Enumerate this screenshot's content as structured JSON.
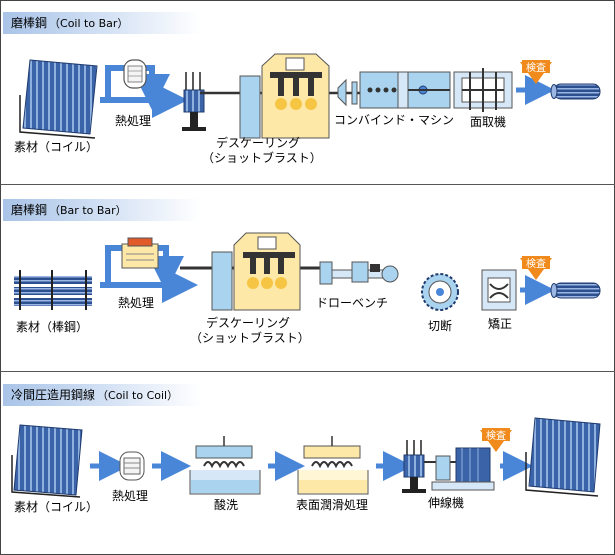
{
  "sections": [
    {
      "title": "磨棒鋼",
      "subtitle": "（Coil to Bar）",
      "labels": {
        "material": "素材（コイル）",
        "heat": "熱処理",
        "descale_1": "デスケーリング",
        "descale_2": "（ショットブラスト）",
        "combined": "コンバインド・マシン",
        "chamfer": "面取機"
      },
      "inspection": "検査"
    },
    {
      "title": "磨棒鋼",
      "subtitle": "（Bar to Bar）",
      "labels": {
        "material": "素材（棒鋼）",
        "heat": "熱処理",
        "descale_1": "デスケーリング",
        "descale_2": "（ショットブラスト）",
        "drawbench": "ドローベンチ",
        "cut": "切断",
        "straighten": "矯正"
      },
      "inspection": "検査"
    },
    {
      "title": "冷間圧造用鋼線",
      "subtitle": "（Coil to Coil）",
      "labels": {
        "material": "素材（コイル）",
        "heat": "熱処理",
        "pickling": "酸洗",
        "lubrication": "表面潤滑処理",
        "drawing": "伸線機"
      },
      "inspection": "検査"
    }
  ],
  "colors": {
    "flow_arrow": "#4a86d8",
    "inspection_badge": "#f08a1c",
    "coil_blue": "#3b63a8",
    "machine_yellow": "#fde8a8",
    "machine_blue": "#a9d3ee",
    "box_blue": "#d6e8f7"
  },
  "icons": [
    "coil-stack-icon",
    "furnace-icon",
    "shot-blast-machine-icon",
    "combined-machine-icon",
    "chamfer-machine-icon",
    "inspection-badge-icon",
    "finished-bars-icon",
    "bar-stock-icon",
    "draw-bench-icon",
    "cutting-saw-icon",
    "straightener-icon",
    "pickling-tank-icon",
    "lubrication-tank-icon",
    "wire-drawing-machine-icon",
    "finished-coil-icon"
  ]
}
